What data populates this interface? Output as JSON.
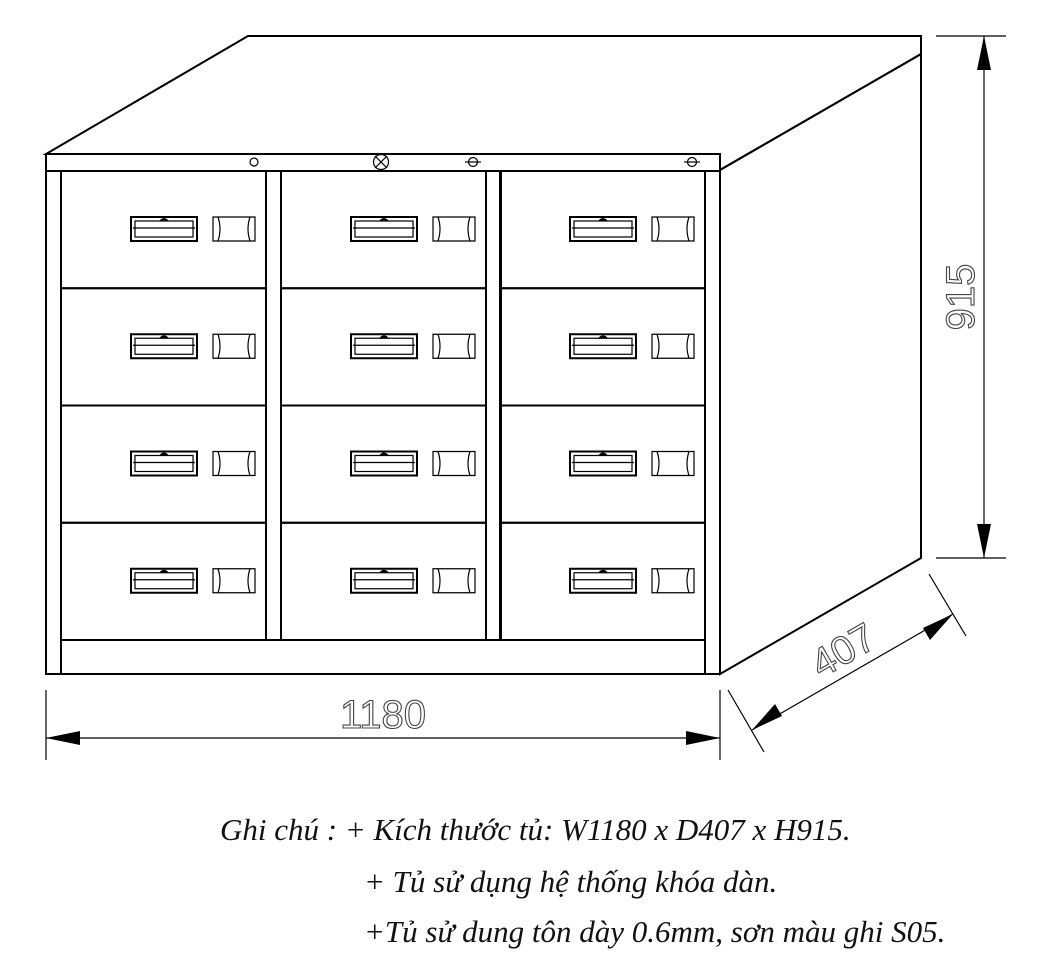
{
  "dimensions": {
    "width": "1180",
    "depth": "407",
    "height": "915"
  },
  "cabinet": {
    "columns": 3,
    "rows": 4
  },
  "notes": {
    "label": "Ghi chú :",
    "lines": [
      "+ Kích thước tủ: W1180 x D407 x H915.",
      "+ Tủ sử dụng hệ thống khóa dàn.",
      "+Tủ sử dung tôn dày 0.6mm, sơn màu ghi S05."
    ]
  }
}
